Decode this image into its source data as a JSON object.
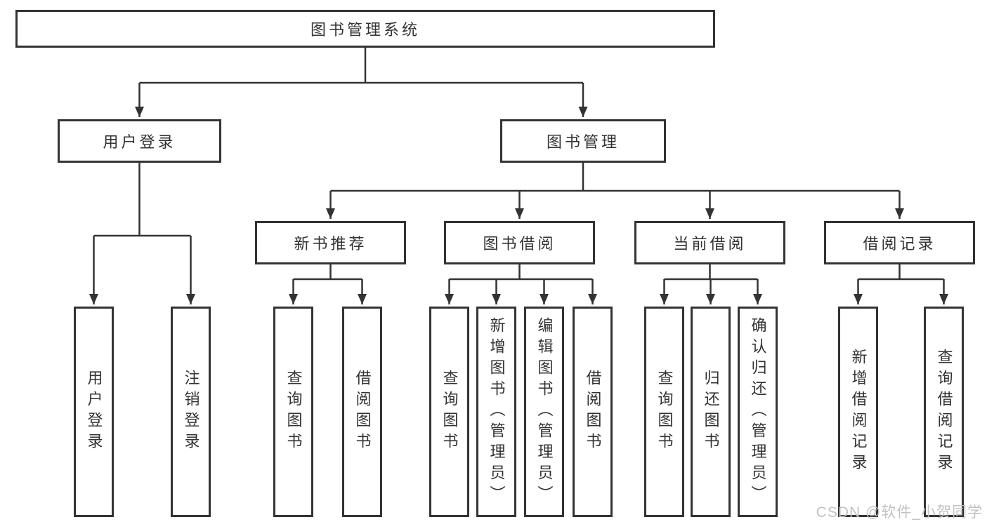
{
  "diagram": {
    "root": {
      "label": "图书管理系统"
    },
    "level2": [
      {
        "label": "用户登录"
      },
      {
        "label": "图书管理"
      }
    ],
    "level3": [
      {
        "label": "新书推荐"
      },
      {
        "label": "图书借阅"
      },
      {
        "label": "当前借阅"
      },
      {
        "label": "借阅记录"
      }
    ],
    "leaves": [
      {
        "label": "用户登录"
      },
      {
        "label": "注销登录"
      },
      {
        "label": "查询图书"
      },
      {
        "label": "借阅图书"
      },
      {
        "label": "查询图书"
      },
      {
        "label": "新增图书（管理员）"
      },
      {
        "label": "编辑图书（管理员）"
      },
      {
        "label": "借阅图书"
      },
      {
        "label": "查询图书"
      },
      {
        "label": "归还图书"
      },
      {
        "label": "确认归还（管理员）"
      },
      {
        "label": "新增借阅记录"
      },
      {
        "label": "查询借阅记录"
      }
    ],
    "watermark": "CSDN @软件_小贺同学",
    "colors": {
      "line": "#333333",
      "text": "#333333",
      "box_background": "#ffffff",
      "watermark": "#c2c2c2",
      "background": "#ffffff"
    }
  }
}
